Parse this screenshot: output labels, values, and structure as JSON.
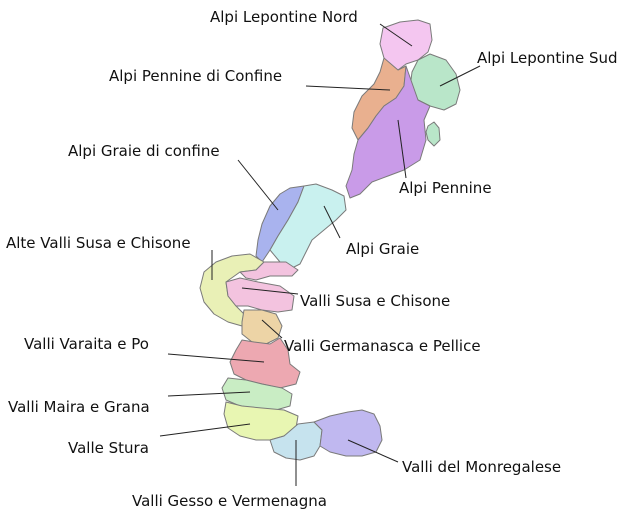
{
  "map": {
    "regions": [
      {
        "id": "alpi-lepontine-nord",
        "label": "Alpi Lepontine Nord",
        "color": "#f4c6f0"
      },
      {
        "id": "alpi-lepontine-sud",
        "label": "Alpi Lepontine Sud",
        "color": "#b9e6c9"
      },
      {
        "id": "alpi-pennine-di-confine",
        "label": "Alpi Pennine di Confine",
        "color": "#e9b08f"
      },
      {
        "id": "alpi-pennine",
        "label": "Alpi Pennine",
        "color": "#c99be8"
      },
      {
        "id": "alpi-graie-di-confine",
        "label": "Alpi Graie di confine",
        "color": "#a9b3ee"
      },
      {
        "id": "alpi-graie",
        "label": "Alpi Graie",
        "color": "#c9f1ef"
      },
      {
        "id": "alte-valli-susa-e-chisone",
        "label": "Alte Valli Susa e Chisone",
        "color": "#e9f0b6"
      },
      {
        "id": "valli-susa-e-chisone",
        "label": "Valli Susa e Chisone",
        "color": "#f3c3df"
      },
      {
        "id": "valli-germanasca-e-pellice",
        "label": "Valli Germanasca e Pellice",
        "color": "#edd4a6"
      },
      {
        "id": "valli-varaita-e-po",
        "label": "Valli Varaita e Po",
        "color": "#eda8b1"
      },
      {
        "id": "valli-maira-e-grana",
        "label": "Valli Maira e Grana",
        "color": "#c9edc4"
      },
      {
        "id": "valle-stura",
        "label": "Valle Stura",
        "color": "#e8f6b2"
      },
      {
        "id": "valli-gesso-e-vermenagna",
        "label": "Valli Gesso e Vermenagna",
        "color": "#c6e3ee"
      },
      {
        "id": "valli-del-monregalese",
        "label": "Valli del Monregalese",
        "color": "#c0b8f0"
      }
    ]
  }
}
